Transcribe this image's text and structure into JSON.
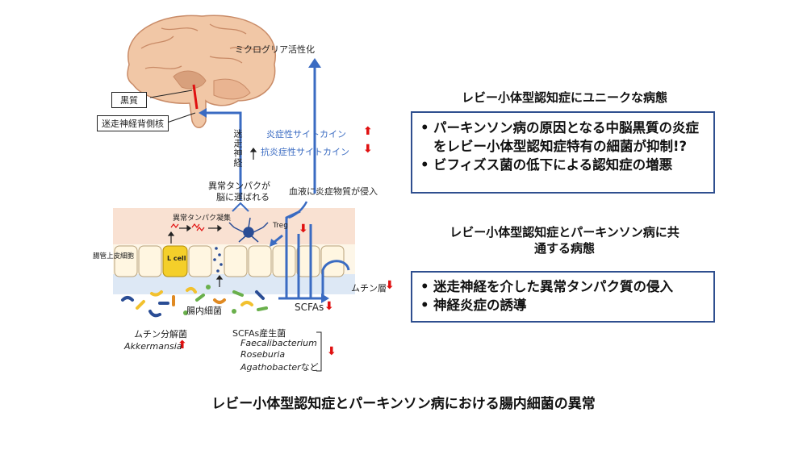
{
  "diagram": {
    "top_label": "ミクログリア活性化",
    "brain_label_substantia": "黒質",
    "brain_label_vagus_nucleus": "迷走神経背側核",
    "vagus_nerve": "迷走神経",
    "inflammatory_cytokine": "炎症性サイトカイン",
    "anti_inflammatory_cytokine": "抗炎症性サイトカイン",
    "abnormal_protein_brain_line1": "異常タンパクが",
    "abnormal_protein_brain_line2": "脳に運ばれる",
    "blood_invasion": "血液に炎症物質が侵入",
    "protein_aggregation": "異常タンパク凝集",
    "treg": "Treg",
    "epithelial": "腸管上皮細胞",
    "l_cell": "L cell",
    "mucin_layer": "ムチン層",
    "gut_bacteria": "腸内細菌",
    "scfas": "SCFAs",
    "mucin_degrader": "ムチン分解菌",
    "akkermansia": "Akkermansia",
    "scfa_producers": "SCFAs産生菌",
    "faecalibacterium": "Faecalibacterium",
    "roseburia": "Roseburia",
    "agathobacter": "Agathobacter",
    "agathobacter_suffix": "など"
  },
  "right_panel": {
    "heading1": "レビー小体型認知症にユニークな病態",
    "box1_items": [
      "パーキンソン病の原因となる中脳黒質の炎症をレビー小体型認知症特有の細菌が抑制!?",
      "ビフィズス菌の低下による認知症の増悪"
    ],
    "heading2_line1": "レビー小体型認知症とパーキンソン病に共",
    "heading2_line2": "通する病態",
    "box2_items": [
      "迷走神経を介した異常タンパク質の侵入",
      "神経炎症の誘導"
    ]
  },
  "caption": "レビー小体型認知症とパーキンソン病における腸内細菌の異常",
  "colors": {
    "arrow_blue": "#3a6bc2",
    "up_down_red": "#e01010",
    "box_border": "#2f4f8f"
  }
}
